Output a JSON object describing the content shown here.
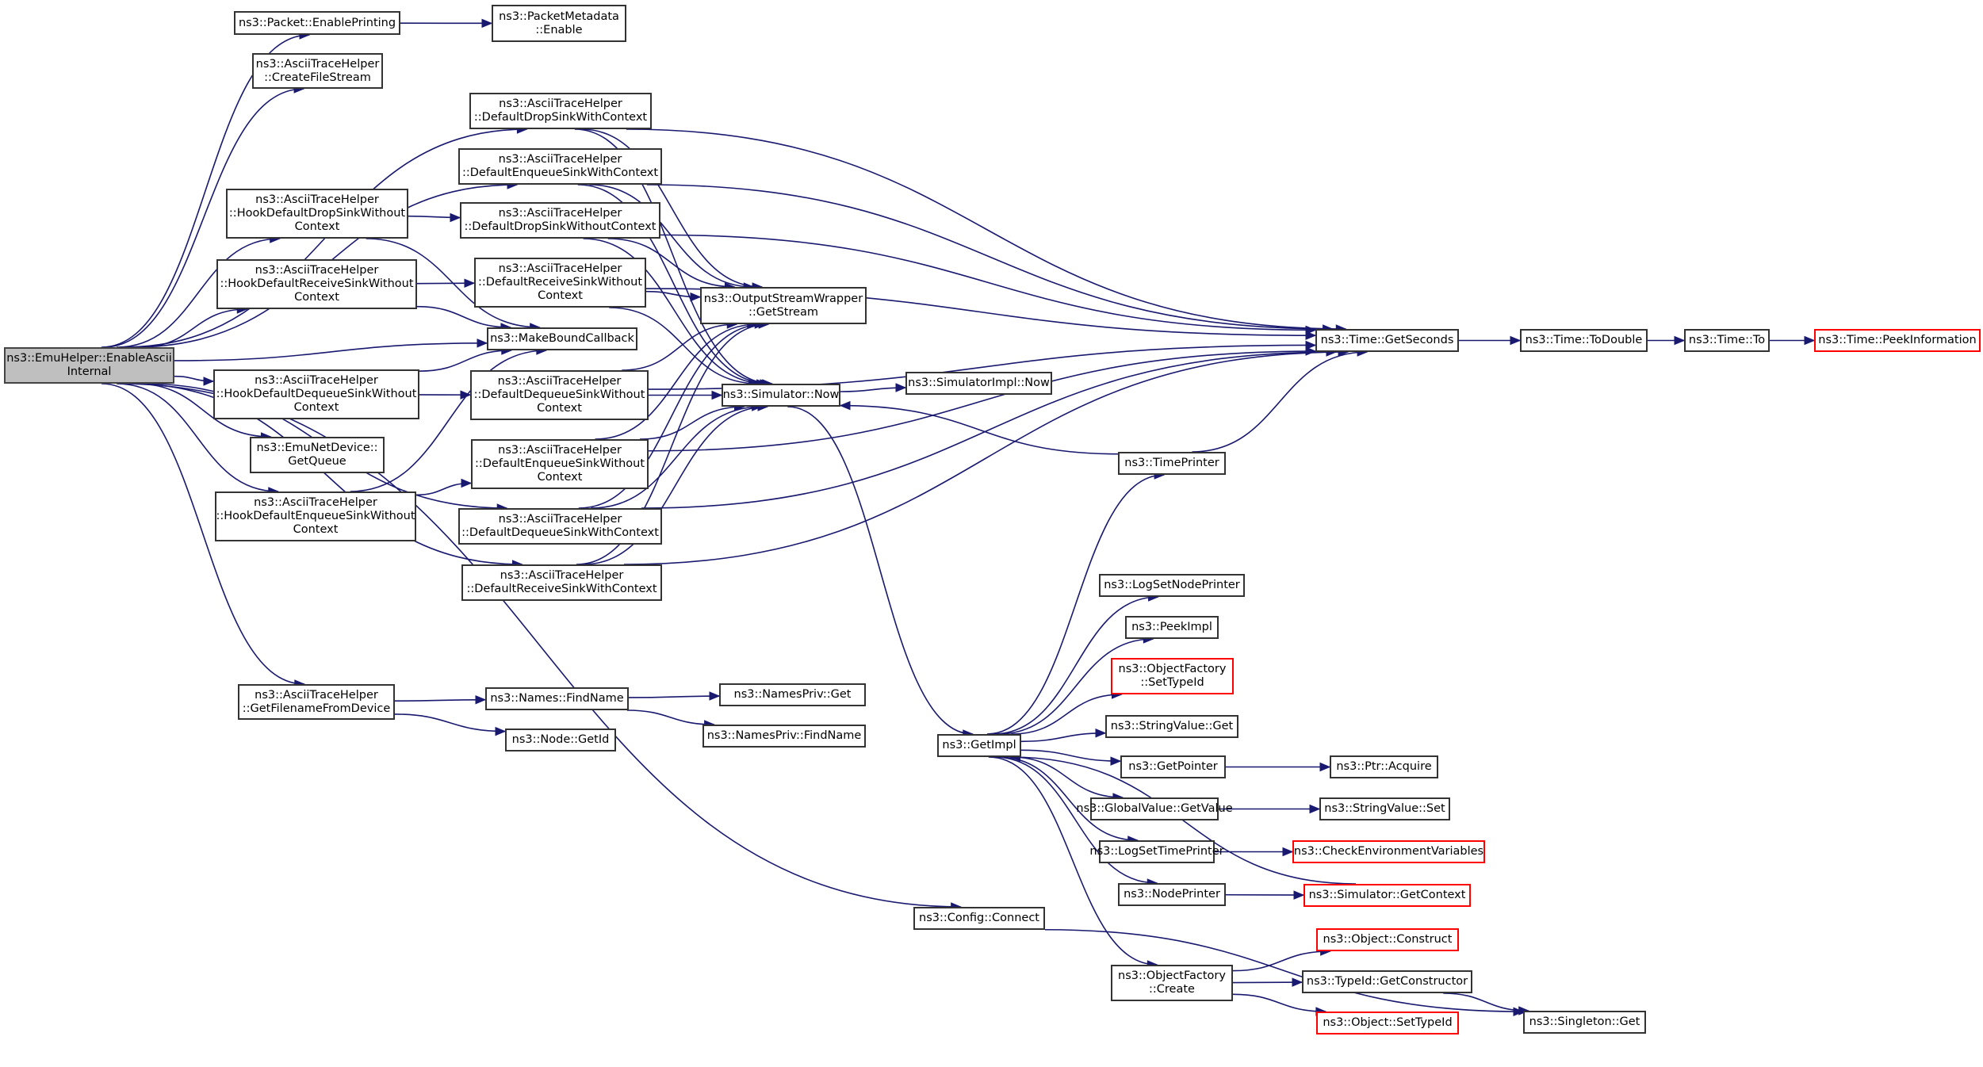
{
  "title": "ns3::EmuHelper::EnableAsciiInternal call graph",
  "colors": {
    "edge": "#191970",
    "root_fill": "#bfbfbf",
    "node_border": "#333333",
    "external_border": "#ff0000"
  },
  "nodes": [
    {
      "id": "root",
      "label": "ns3::EmuHelper::EnableAscii\nInternal",
      "kind": "root"
    },
    {
      "id": "pkt_enable",
      "label": "ns3::Packet::EnablePrinting",
      "kind": "normal"
    },
    {
      "id": "pm_enable",
      "label": "ns3::PacketMetadata\n::Enable",
      "kind": "normal"
    },
    {
      "id": "create_fs",
      "label": "ns3::AsciiTraceHelper\n::CreateFileStream",
      "kind": "normal"
    },
    {
      "id": "drop_wc",
      "label": "ns3::AsciiTraceHelper\n::DefaultDropSinkWithContext",
      "kind": "normal"
    },
    {
      "id": "enq_wc",
      "label": "ns3::AsciiTraceHelper\n::DefaultEnqueueSinkWithContext",
      "kind": "normal"
    },
    {
      "id": "hook_drop",
      "label": "ns3::AsciiTraceHelper\n::HookDefaultDropSinkWithout\nContext",
      "kind": "normal"
    },
    {
      "id": "drop_woc",
      "label": "ns3::AsciiTraceHelper\n::DefaultDropSinkWithoutContext",
      "kind": "normal"
    },
    {
      "id": "hook_recv",
      "label": "ns3::AsciiTraceHelper\n::HookDefaultReceiveSinkWithout\nContext",
      "kind": "normal"
    },
    {
      "id": "recv_woc",
      "label": "ns3::AsciiTraceHelper\n::DefaultReceiveSinkWithout\nContext",
      "kind": "normal"
    },
    {
      "id": "getstream",
      "label": "ns3::OutputStreamWrapper\n::GetStream",
      "kind": "normal"
    },
    {
      "id": "mkcb",
      "label": "ns3::MakeBoundCallback",
      "kind": "normal"
    },
    {
      "id": "hook_deq",
      "label": "ns3::AsciiTraceHelper\n::HookDefaultDequeueSinkWithout\nContext",
      "kind": "normal"
    },
    {
      "id": "deq_woc",
      "label": "ns3::AsciiTraceHelper\n::DefaultDequeueSinkWithout\nContext",
      "kind": "normal"
    },
    {
      "id": "sim_now",
      "label": "ns3::Simulator::Now",
      "kind": "normal"
    },
    {
      "id": "simimpl_now",
      "label": "ns3::SimulatorImpl::Now",
      "kind": "normal"
    },
    {
      "id": "emu_getq",
      "label": "ns3::EmuNetDevice::\nGetQueue",
      "kind": "normal"
    },
    {
      "id": "enq_woc",
      "label": "ns3::AsciiTraceHelper\n::DefaultEnqueueSinkWithout\nContext",
      "kind": "normal"
    },
    {
      "id": "hook_enq",
      "label": "ns3::AsciiTraceHelper\n::HookDefaultEnqueueSinkWithout\nContext",
      "kind": "normal"
    },
    {
      "id": "deq_wc",
      "label": "ns3::AsciiTraceHelper\n::DefaultDequeueSinkWithContext",
      "kind": "normal"
    },
    {
      "id": "recv_wc",
      "label": "ns3::AsciiTraceHelper\n::DefaultReceiveSinkWithContext",
      "kind": "normal"
    },
    {
      "id": "getsec",
      "label": "ns3::Time::GetSeconds",
      "kind": "normal"
    },
    {
      "id": "todouble",
      "label": "ns3::Time::ToDouble",
      "kind": "normal"
    },
    {
      "id": "timeto",
      "label": "ns3::Time::To",
      "kind": "normal"
    },
    {
      "id": "peekinfo",
      "label": "ns3::Time::PeekInformation",
      "kind": "external"
    },
    {
      "id": "timeprinter",
      "label": "ns3::TimePrinter",
      "kind": "normal"
    },
    {
      "id": "getfname",
      "label": "ns3::AsciiTraceHelper\n::GetFilenameFromDevice",
      "kind": "normal"
    },
    {
      "id": "findname",
      "label": "ns3::Names::FindName",
      "kind": "normal"
    },
    {
      "id": "np_get",
      "label": "ns3::NamesPriv::Get",
      "kind": "normal"
    },
    {
      "id": "np_find",
      "label": "ns3::NamesPriv::FindName",
      "kind": "normal"
    },
    {
      "id": "node_getid",
      "label": "ns3::Node::GetId",
      "kind": "normal"
    },
    {
      "id": "logsetnode",
      "label": "ns3::LogSetNodePrinter",
      "kind": "normal"
    },
    {
      "id": "peekimpl",
      "label": "ns3::PeekImpl",
      "kind": "normal"
    },
    {
      "id": "of_settype",
      "label": "ns3::ObjectFactory\n::SetTypeId",
      "kind": "external"
    },
    {
      "id": "sv_get",
      "label": "ns3::StringValue::Get",
      "kind": "normal"
    },
    {
      "id": "getimpl",
      "label": "ns3::GetImpl",
      "kind": "normal"
    },
    {
      "id": "getpointer",
      "label": "ns3::GetPointer",
      "kind": "normal"
    },
    {
      "id": "ptr_acq",
      "label": "ns3::Ptr::Acquire",
      "kind": "normal"
    },
    {
      "id": "gv_getval",
      "label": "ns3::GlobalValue::GetValue",
      "kind": "normal"
    },
    {
      "id": "sv_set",
      "label": "ns3::StringValue::Set",
      "kind": "normal"
    },
    {
      "id": "logsettime",
      "label": "ns3::LogSetTimePrinter",
      "kind": "normal"
    },
    {
      "id": "checkenv",
      "label": "ns3::CheckEnvironmentVariables",
      "kind": "external"
    },
    {
      "id": "nodeprinter",
      "label": "ns3::NodePrinter",
      "kind": "normal"
    },
    {
      "id": "sim_getctx",
      "label": "ns3::Simulator::GetContext",
      "kind": "external"
    },
    {
      "id": "cfg_connect",
      "label": "ns3::Config::Connect",
      "kind": "normal"
    },
    {
      "id": "obj_construct",
      "label": "ns3::Object::Construct",
      "kind": "external"
    },
    {
      "id": "of_create",
      "label": "ns3::ObjectFactory\n::Create",
      "kind": "normal"
    },
    {
      "id": "tid_getctor",
      "label": "ns3::TypeId::GetConstructor",
      "kind": "normal"
    },
    {
      "id": "obj_settype",
      "label": "ns3::Object::SetTypeId",
      "kind": "external"
    },
    {
      "id": "singleton_get",
      "label": "ns3::Singleton::Get",
      "kind": "normal"
    }
  ],
  "edges": [
    [
      "root",
      "pkt_enable"
    ],
    [
      "root",
      "create_fs"
    ],
    [
      "root",
      "drop_wc"
    ],
    [
      "root",
      "enq_wc"
    ],
    [
      "root",
      "hook_drop"
    ],
    [
      "root",
      "hook_recv"
    ],
    [
      "root",
      "mkcb"
    ],
    [
      "root",
      "hook_deq"
    ],
    [
      "root",
      "emu_getq"
    ],
    [
      "root",
      "hook_enq"
    ],
    [
      "root",
      "deq_wc"
    ],
    [
      "root",
      "recv_wc"
    ],
    [
      "root",
      "getfname"
    ],
    [
      "root",
      "cfg_connect"
    ],
    [
      "pkt_enable",
      "pm_enable"
    ],
    [
      "hook_drop",
      "drop_woc"
    ],
    [
      "hook_drop",
      "mkcb"
    ],
    [
      "hook_recv",
      "recv_woc"
    ],
    [
      "hook_recv",
      "mkcb"
    ],
    [
      "hook_deq",
      "deq_woc"
    ],
    [
      "hook_deq",
      "mkcb"
    ],
    [
      "hook_enq",
      "enq_woc"
    ],
    [
      "hook_enq",
      "mkcb"
    ],
    [
      "drop_wc",
      "getsec"
    ],
    [
      "drop_wc",
      "getstream"
    ],
    [
      "drop_wc",
      "sim_now"
    ],
    [
      "enq_wc",
      "getsec"
    ],
    [
      "enq_wc",
      "getstream"
    ],
    [
      "enq_wc",
      "sim_now"
    ],
    [
      "drop_woc",
      "getsec"
    ],
    [
      "drop_woc",
      "getstream"
    ],
    [
      "drop_woc",
      "sim_now"
    ],
    [
      "recv_woc",
      "getsec"
    ],
    [
      "recv_woc",
      "getstream"
    ],
    [
      "recv_woc",
      "sim_now"
    ],
    [
      "deq_woc",
      "getsec"
    ],
    [
      "deq_woc",
      "getstream"
    ],
    [
      "deq_woc",
      "sim_now"
    ],
    [
      "enq_woc",
      "getsec"
    ],
    [
      "enq_woc",
      "getstream"
    ],
    [
      "enq_woc",
      "sim_now"
    ],
    [
      "deq_wc",
      "getsec"
    ],
    [
      "deq_wc",
      "getstream"
    ],
    [
      "deq_wc",
      "sim_now"
    ],
    [
      "recv_wc",
      "getsec"
    ],
    [
      "recv_wc",
      "getstream"
    ],
    [
      "recv_wc",
      "sim_now"
    ],
    [
      "sim_now",
      "simimpl_now"
    ],
    [
      "sim_now",
      "getimpl"
    ],
    [
      "getsec",
      "todouble"
    ],
    [
      "todouble",
      "timeto"
    ],
    [
      "timeto",
      "peekinfo"
    ],
    [
      "timeprinter",
      "getsec"
    ],
    [
      "timeprinter",
      "sim_now"
    ],
    [
      "getimpl",
      "timeprinter"
    ],
    [
      "getimpl",
      "logsetnode"
    ],
    [
      "getimpl",
      "peekimpl"
    ],
    [
      "getimpl",
      "of_settype"
    ],
    [
      "getimpl",
      "sv_get"
    ],
    [
      "getimpl",
      "getpointer"
    ],
    [
      "getimpl",
      "gv_getval"
    ],
    [
      "getimpl",
      "logsettime"
    ],
    [
      "getimpl",
      "nodeprinter"
    ],
    [
      "getimpl",
      "of_create"
    ],
    [
      "getpointer",
      "ptr_acq"
    ],
    [
      "gv_getval",
      "sv_set"
    ],
    [
      "logsettime",
      "checkenv"
    ],
    [
      "nodeprinter",
      "sim_getctx"
    ],
    [
      "sim_getctx",
      "getimpl"
    ],
    [
      "of_create",
      "obj_construct"
    ],
    [
      "of_create",
      "tid_getctor"
    ],
    [
      "of_create",
      "obj_settype"
    ],
    [
      "tid_getctor",
      "singleton_get"
    ],
    [
      "cfg_connect",
      "singleton_get"
    ],
    [
      "getfname",
      "findname"
    ],
    [
      "getfname",
      "node_getid"
    ],
    [
      "findname",
      "np_get"
    ],
    [
      "findname",
      "np_find"
    ]
  ]
}
